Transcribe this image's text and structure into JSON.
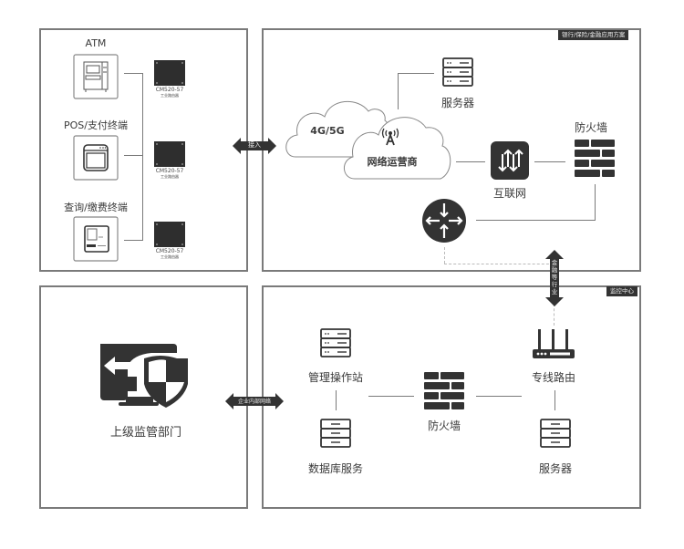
{
  "panels": {
    "terminals": {
      "items": [
        {
          "label": "ATM",
          "icon": "atm-icon"
        },
        {
          "label": "POS/支付终端",
          "icon": "pos-terminal-icon"
        },
        {
          "label": "查询/缴费终端",
          "icon": "kiosk-terminal-icon"
        }
      ],
      "devices": [
        {
          "model": "CM520-57",
          "sub": "工业路由器"
        },
        {
          "model": "CM520-57",
          "sub": "工业路由器"
        },
        {
          "model": "CM520-57",
          "sub": "工业路由器"
        }
      ]
    },
    "network": {
      "tag": "银行/保险/金融应用方案",
      "cloud_left": "4G/5G",
      "cloud_right": "网络运营商",
      "server": "服务器",
      "internet": "互联网",
      "firewall": "防火墙"
    },
    "supervision": {
      "label": "上级监管部门"
    },
    "monitoring": {
      "tag": "监控中心",
      "mgmt_station": "管理操作站",
      "database": "数据库服务",
      "firewall": "防火墙",
      "leased_router": "专线路由",
      "server": "服务器"
    }
  },
  "connectors": {
    "access": "接入",
    "enterprise_network": "企业内部网络",
    "finance_industry": "金融等行业"
  }
}
